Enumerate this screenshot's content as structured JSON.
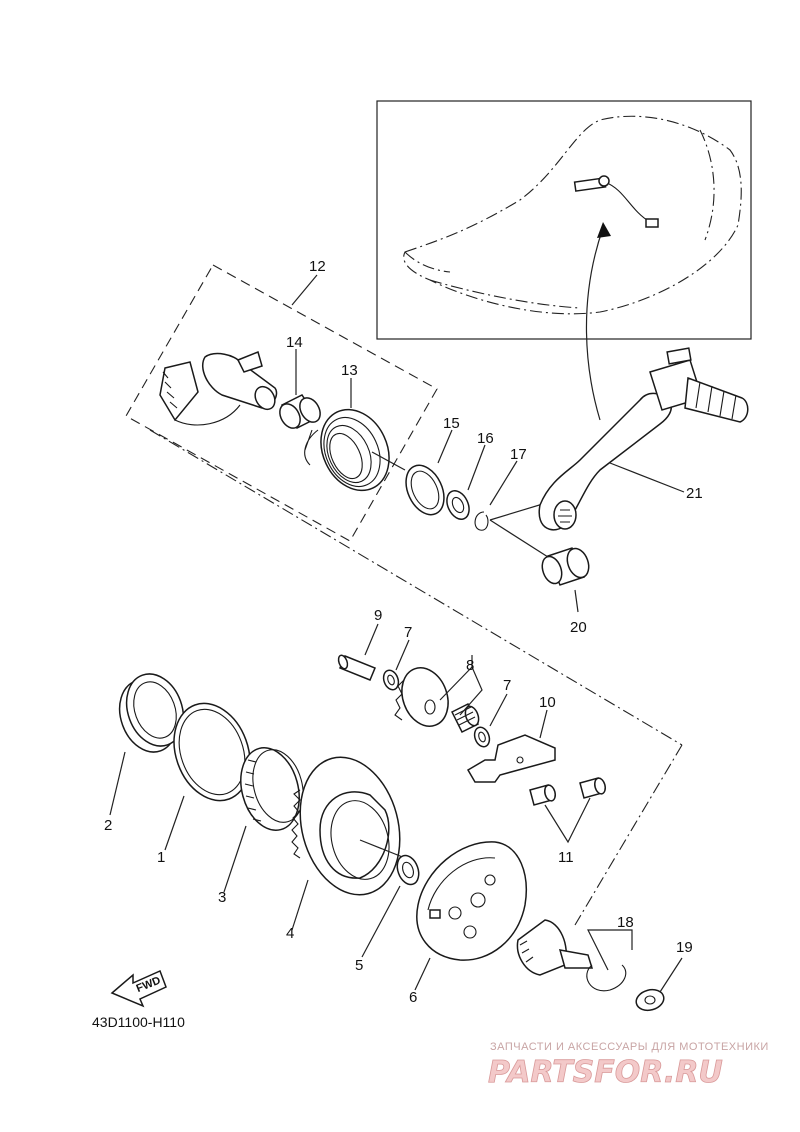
{
  "diagram": {
    "code": "43D1100-H110",
    "fwd_label": "FWD",
    "callouts": [
      "1",
      "2",
      "3",
      "4",
      "5",
      "6",
      "7",
      "7",
      "8",
      "9",
      "10",
      "11",
      "12",
      "13",
      "14",
      "15",
      "16",
      "17",
      "18",
      "19",
      "20",
      "21"
    ]
  },
  "watermark": {
    "tagline": "ЗАПЧАСТИ И АКСЕССУАРЫ ДЛЯ МОТОТЕХНИКИ",
    "brand": "PARTSFOR.RU"
  },
  "colors": {
    "ink": "#1a1a1a",
    "watermark": "#f3c9c9"
  }
}
